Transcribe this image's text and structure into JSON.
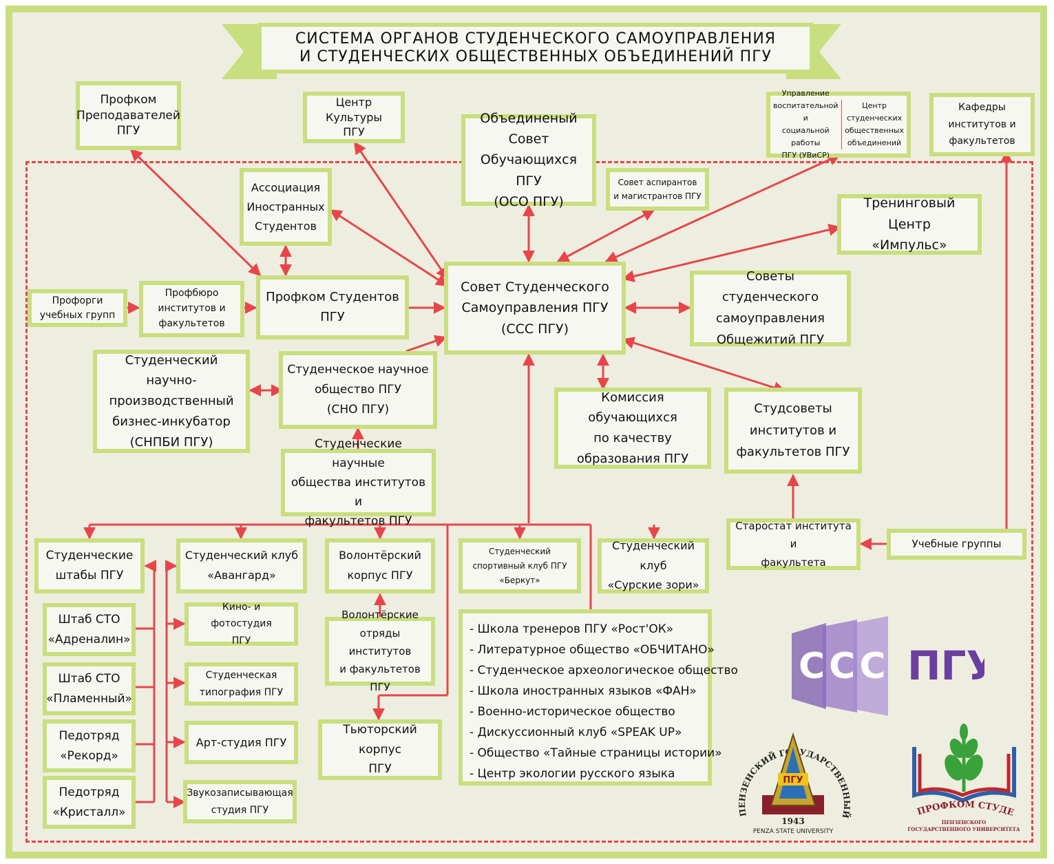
{
  "title": {
    "line1": "СИСТЕМА ОРГАНОВ СТУДЕНЧЕСКОГО САМОУПРАВЛЕНИЯ",
    "line2": "И СТУДЕНЧЕСКИХ ОБЩЕСТВЕННЫХ ОБЪЕДИНЕНИЙ ПГУ"
  },
  "colors": {
    "frame": "#c9de7e",
    "background": "#eeeee0",
    "arrows": "#e8454b",
    "box_fill": "#f7f7f2"
  },
  "nodes": {
    "profkom_teachers": [
      "Профком",
      "Преподавателей",
      "ПГУ"
    ],
    "culture_center": [
      "Центр Культуры",
      "ПГУ"
    ],
    "united_council": [
      "Объединеный Совет",
      "Обучающихся ПГУ",
      "(ОСО ПГУ)"
    ],
    "upravlenie": [
      "Управление",
      "воспитательной и",
      "социальной работы",
      "ПГУ (УВиСР)"
    ],
    "center_associations": [
      "Центр",
      "студенческих",
      "общественных",
      "объединений"
    ],
    "departments": [
      "Кафедры",
      "институтов и",
      "факультетов"
    ],
    "foreign_students": [
      "Ассоциация",
      "Иностранных",
      "Студентов"
    ],
    "postgrad_council": [
      "Совет аспирантов",
      "и магистрантов ПГУ"
    ],
    "training_center": [
      "Тренинговый Центр",
      "«Импульс»"
    ],
    "proforgi": [
      "Профорги",
      "учебных групп"
    ],
    "profburo": [
      "Профбюро",
      "институтов и",
      "факультетов"
    ],
    "profkom_students": [
      "Профком Студентов",
      "ПГУ"
    ],
    "sss": [
      "Совет Студенческого",
      "Самоуправления ПГУ",
      "(ССС ПГУ)"
    ],
    "dorm_councils": [
      "Советы студенческого",
      "самоуправления",
      "Общежитий ПГУ"
    ],
    "incubator": [
      "Студенческий научно-",
      "производственный",
      "бизнес-инкубатор",
      "(СНПБИ ПГУ)"
    ],
    "sno": [
      "Студенческое научное",
      "общество ПГУ",
      "(СНО ПГУ)"
    ],
    "quality_commission": [
      "Комиссия обучающихся",
      "по качеству",
      "образования ПГУ"
    ],
    "studsovety": [
      "Студсоветы",
      "институтов и",
      "факультетов ПГУ"
    ],
    "sno_institutes": [
      "Студенческие научные",
      "общества институтов и",
      "факультетов ПГУ"
    ],
    "starostat": [
      "Старостат института и",
      "факультета"
    ],
    "study_groups": [
      "Учебные группы"
    ],
    "headquarters": [
      "Студенческие",
      "штабы ПГУ"
    ],
    "avangard": [
      "Студенческий клуб",
      "«Авангард»"
    ],
    "volunteer_corps": [
      "Волонтёрский",
      "корпус ПГУ"
    ],
    "berkut": [
      "Студенческий",
      "спортивный клуб ПГУ",
      "«Беркут»"
    ],
    "surskie": [
      "Студенческий клуб",
      "«Сурские зори»"
    ],
    "sto_adrenalin": [
      "Штаб СТО",
      "«Адреналин»"
    ],
    "sto_plamenny": [
      "Штаб СТО",
      "«Пламенный»"
    ],
    "ped_rekord": [
      "Педотряд",
      "«Рекорд»"
    ],
    "ped_kristall": [
      "Педотряд",
      "«Кристалл»"
    ],
    "kino": [
      "Кино- и фотостудия",
      "ПГУ"
    ],
    "typography": [
      "Студенческая",
      "типография ПГУ"
    ],
    "art_studio": [
      "Арт-студия ПГУ"
    ],
    "sound_studio": [
      "Звукозаписывающая",
      "студия ПГУ"
    ],
    "volunteer_squads": [
      "Волонтёрские",
      "отряды институтов",
      "и факультетов ПГУ"
    ],
    "tutor_corps": [
      "Тьюторский корпус",
      "ПГУ"
    ]
  },
  "clubs_list": [
    "Школа тренеров ПГУ «Рост'ОК»",
    "Литературное общество «ОБЧИТАНО»",
    "Студенческое археологическое общество",
    "Школа иностранных языков «ФАН»",
    "Военно-историческое общество",
    "Дискуссионный клуб «SPEAK UP»",
    "Общество «Тайные страницы истории»",
    "Центр экологии русского языка"
  ],
  "logos": {
    "ccc": {
      "left": "ССС",
      "right": "ПГУ",
      "color": "#6b3fa0"
    },
    "pgu": {
      "arc": "ПЕНЗЕНСКИЙ ГОСУДАРСТВЕННЫЙ УНИВЕРСИТЕТ",
      "emblem": "ПГУ",
      "year": "1943",
      "caption": "PENZA STATE UNIVERSITY"
    },
    "profkom": {
      "arc": "ПРОФКОМ СТУДЕНТОВ",
      "line1": "ПЕНЗЕНСКОГО",
      "line2": "ГОСУДАРСТВЕННОГО УНИВЕРСИТЕТА"
    }
  }
}
